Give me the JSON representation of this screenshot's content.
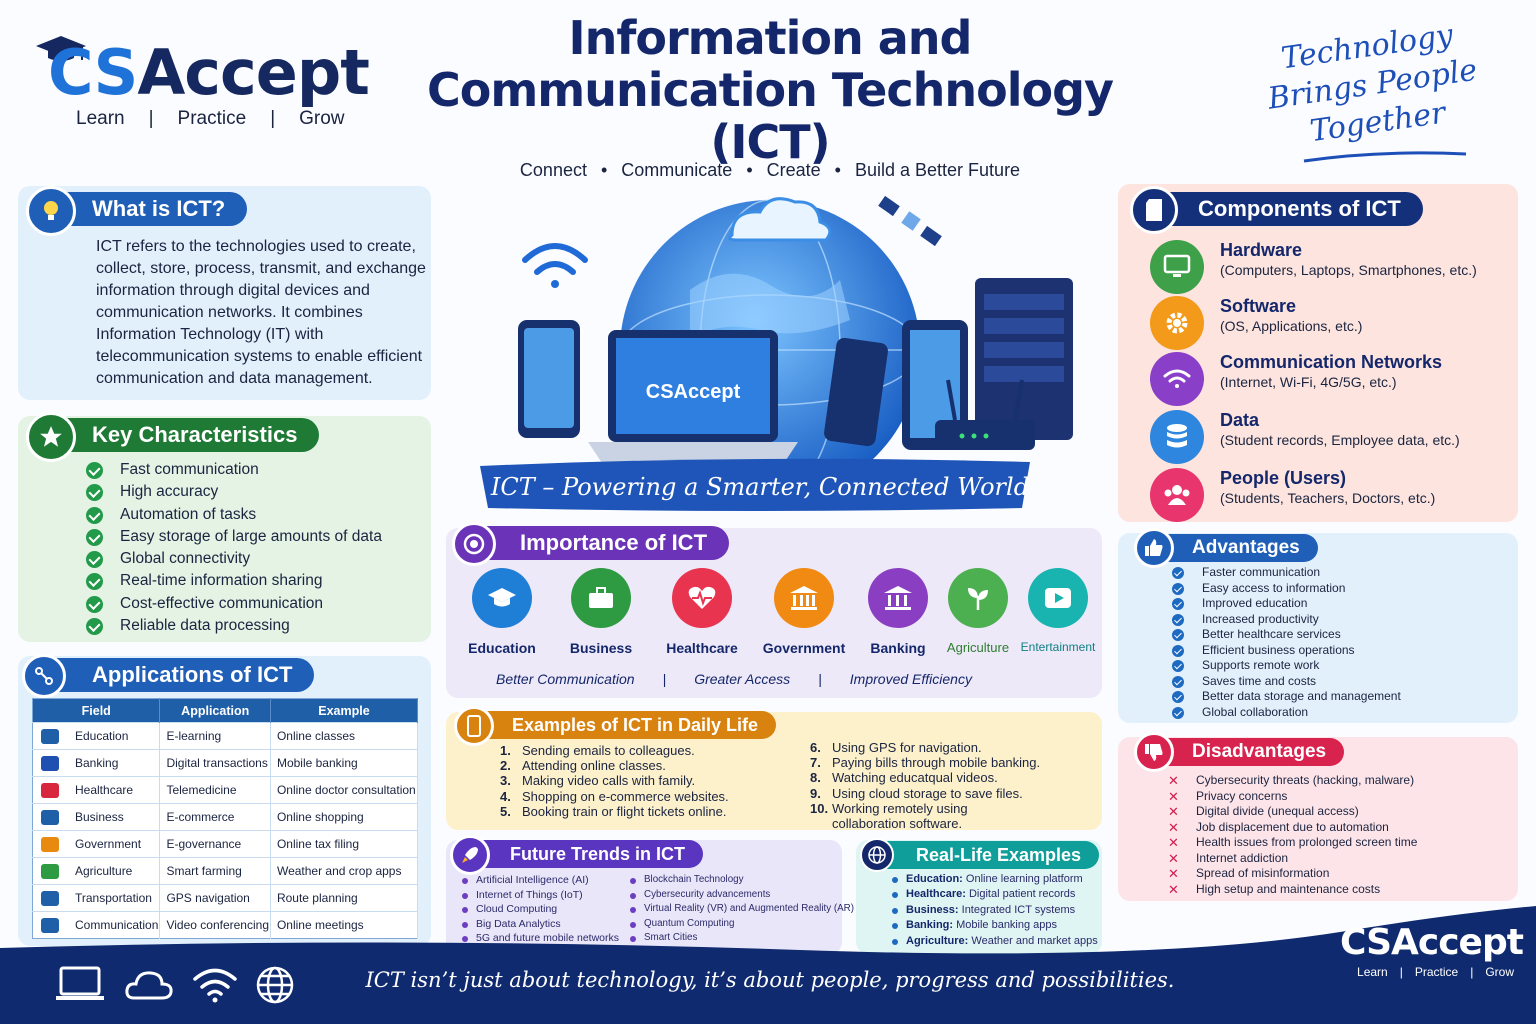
{
  "brand": {
    "logo_cs": "CS",
    "logo_rest": "Accept",
    "tagline": [
      "Learn",
      "|",
      "Practice",
      "|",
      "Grow"
    ]
  },
  "header": {
    "title_line1": "Information and",
    "title_line2": "Communication Technology",
    "title_line3": "(ICT)",
    "subtitle": [
      "Connect",
      "•",
      "Communicate",
      "•",
      "Create",
      "•",
      "Build a Better Future"
    ],
    "slogan_line1": "Technology",
    "slogan_line2": "Brings People",
    "slogan_line3": "Together"
  },
  "what_is": {
    "title": "What is ICT?",
    "body": "ICT refers to the technologies used to create, collect, store, process, transmit, and exchange information through digital devices and communication networks. It combines Information Technology (IT) with telecommunication systems to enable efficient communication and data management."
  },
  "key_characteristics": {
    "title": "Key Characteristics",
    "items": [
      "Fast communication",
      "High accuracy",
      "Automation of tasks",
      "Easy storage of large amounts of data",
      "Global connectivity",
      "Real-time information sharing",
      "Cost-effective communication",
      "Reliable data processing"
    ]
  },
  "applications": {
    "title": "Applications of ICT",
    "headers": [
      "Field",
      "Application",
      "Example"
    ],
    "rows": [
      {
        "field": "Education",
        "application": "E-learning",
        "example": "Online classes",
        "color": "#1f5fa8"
      },
      {
        "field": "Banking",
        "application": "Digital transactions",
        "example": "Mobile banking",
        "color": "#1f4fb0"
      },
      {
        "field": "Healthcare",
        "application": "Telemedicine",
        "example": "Online doctor consultation",
        "color": "#d7263d"
      },
      {
        "field": "Business",
        "application": "E-commerce",
        "example": "Online shopping",
        "color": "#1f5fa8"
      },
      {
        "field": "Government",
        "application": "E-governance",
        "example": "Online tax filing",
        "color": "#e88a10"
      },
      {
        "field": "Agriculture",
        "application": "Smart farming",
        "example": "Weather and crop apps",
        "color": "#2e9b43"
      },
      {
        "field": "Transportation",
        "application": "GPS navigation",
        "example": "Route planning",
        "color": "#1f5fa8"
      },
      {
        "field": "Communication",
        "application": "Video conferencing",
        "example": "Online meetings",
        "color": "#1f5fa8"
      }
    ]
  },
  "hero": {
    "laptop_label": "CSAccept",
    "banner": "ICT – Powering a Smarter, Connected World"
  },
  "importance": {
    "title": "Importance of ICT",
    "items": [
      {
        "label": "Education",
        "color": "#1f7fd6",
        "icon": "graduation-cap-icon"
      },
      {
        "label": "Business",
        "color": "#2e9b43",
        "icon": "briefcase-icon"
      },
      {
        "label": "Healthcare",
        "color": "#e8344f",
        "icon": "heart-pulse-icon"
      },
      {
        "label": "Government",
        "color": "#f08a12",
        "icon": "government-building-icon"
      },
      {
        "label": "Banking",
        "color": "#8a3fc2",
        "icon": "bank-icon"
      },
      {
        "label": "Agriculture",
        "color": "#4caf50",
        "icon": "plant-icon"
      },
      {
        "label": "Entertainment",
        "color": "#19b3b0",
        "icon": "play-icon"
      }
    ],
    "tagline": [
      "Better Communication",
      "|",
      "Greater Access",
      "|",
      "Improved Efficiency"
    ]
  },
  "daily_life": {
    "title": "Examples of ICT in Daily Life",
    "left": [
      {
        "n": "1.",
        "t": "Sending emails to colleagues."
      },
      {
        "n": "2.",
        "t": "Attending online classes."
      },
      {
        "n": "3.",
        "t": "Making video calls with family."
      },
      {
        "n": "4.",
        "t": "Shopping on e-commerce websites."
      },
      {
        "n": "5.",
        "t": "Booking train or flight tickets online."
      }
    ],
    "right": [
      {
        "n": "6.",
        "t": "Using GPS for navigation."
      },
      {
        "n": "7.",
        "t": "Paying bills through mobile banking."
      },
      {
        "n": "8.",
        "t": "Watching educatqual videos."
      },
      {
        "n": "9.",
        "t": "Using cloud storage to save files."
      },
      {
        "n": "10.",
        "t": "Working remotely using"
      },
      {
        "n": "",
        "t": "collaboration software."
      }
    ]
  },
  "future": {
    "title": "Future Trends in ICT",
    "left": [
      "Artificial Intelligence (AI)",
      "Internet of Things (IoT)",
      "Cloud Computing",
      "Big Data Analytics",
      "5G and future mobile networks"
    ],
    "right": [
      "Blockchain Technology",
      "Cybersecurity advancements",
      "Virtual Reality (VR) and Augmented Reality (AR)",
      "Quantum Computing",
      "Smart Cities"
    ]
  },
  "real_life": {
    "title": "Real-Life Examples",
    "items": [
      {
        "k": "Education:",
        "v": " Online learning platform"
      },
      {
        "k": "Healthcare:",
        "v": " Digital patient records"
      },
      {
        "k": "Business:",
        "v": " Integrated ICT systems"
      },
      {
        "k": "Banking:",
        "v": " Mobile banking apps"
      },
      {
        "k": "Agriculture:",
        "v": " Weather and market apps"
      }
    ]
  },
  "components": {
    "title": "Components of ICT",
    "items": [
      {
        "name": "Hardware",
        "desc": "(Computers, Laptops, Smartphones, etc.)",
        "color": "#3ea14a",
        "icon": "monitor-icon"
      },
      {
        "name": "Software",
        "desc": "(OS, Applications, etc.)",
        "color": "#f39a1a",
        "icon": "gear-icon"
      },
      {
        "name": "Communication Networks",
        "desc": "(Internet, Wi-Fi, 4G/5G, etc.)",
        "color": "#8a3fc9",
        "icon": "wifi-icon"
      },
      {
        "name": "Data",
        "desc": "(Student records, Employee data, etc.)",
        "color": "#2e86de",
        "icon": "database-icon"
      },
      {
        "name": "People (Users)",
        "desc": "(Students, Teachers, Doctors, etc.)",
        "color": "#e8356d",
        "icon": "users-icon"
      }
    ]
  },
  "advantages": {
    "title": "Advantages",
    "items": [
      "Faster communication",
      "Easy access to information",
      "Improved education",
      "Increased productivity",
      "Better healthcare services",
      "Efficient business operations",
      "Supports remote work",
      "Saves time and costs",
      "Better data storage and management",
      "Global collaboration"
    ]
  },
  "disadvantages": {
    "title": "Disadvantages",
    "items": [
      "Cybersecurity threats (hacking, malware)",
      "Privacy concerns",
      "Digital divide (unequal access)",
      "Job displacement due to automation",
      "Health issues from prolonged screen time",
      "Internet addiction",
      "Spread of misinformation",
      "High setup and maintenance costs"
    ]
  },
  "footer": {
    "quote": "ICT isn’t just about technology, it’s about people, progress and possibilities.",
    "brand": "CSAccept",
    "tagline": [
      "Learn",
      "|",
      "Practice",
      "|",
      "Grow"
    ]
  },
  "colors": {
    "navy": "#14276b",
    "blue": "#1f73d8",
    "footer": "#0f2a6e"
  }
}
